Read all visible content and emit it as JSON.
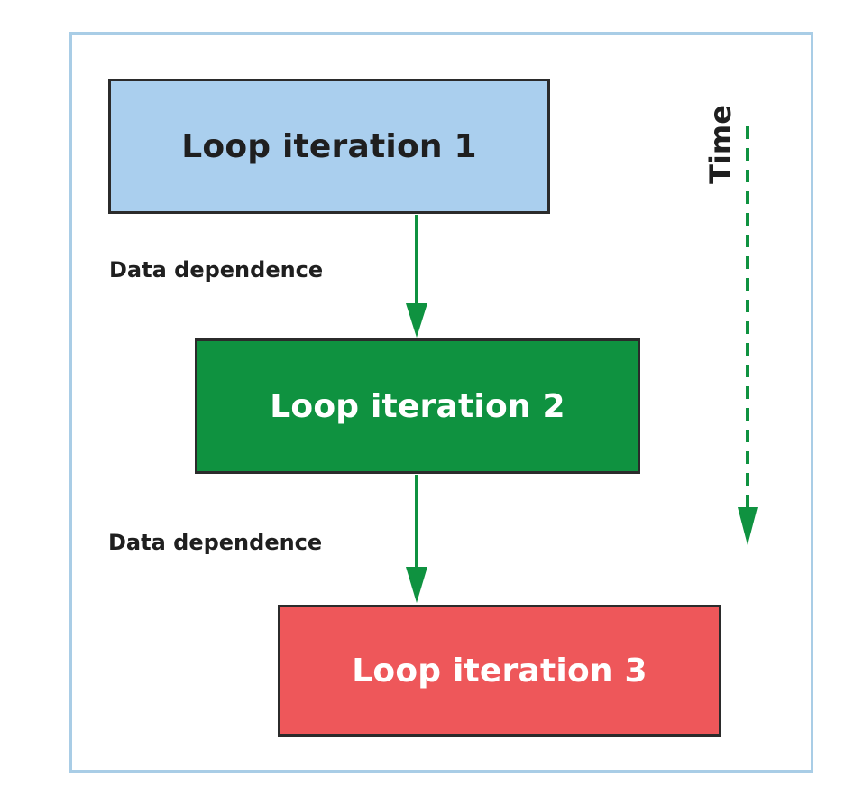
{
  "nodes": {
    "iteration_1": "Loop iteration 1",
    "iteration_2": "Loop iteration 2",
    "iteration_3": "Loop iteration 3"
  },
  "edges": {
    "edge_1_label": "Data dependence",
    "edge_2_label": "Data dependence"
  },
  "time_axis": {
    "label": "Time"
  },
  "colors": {
    "frame_border": "#a9cde6",
    "iteration_1_fill": "#aacfee",
    "iteration_2_fill": "#0f9240",
    "iteration_3_fill": "#ee575a",
    "arrow": "#0f9240",
    "box_border": "#2b2b2b"
  }
}
